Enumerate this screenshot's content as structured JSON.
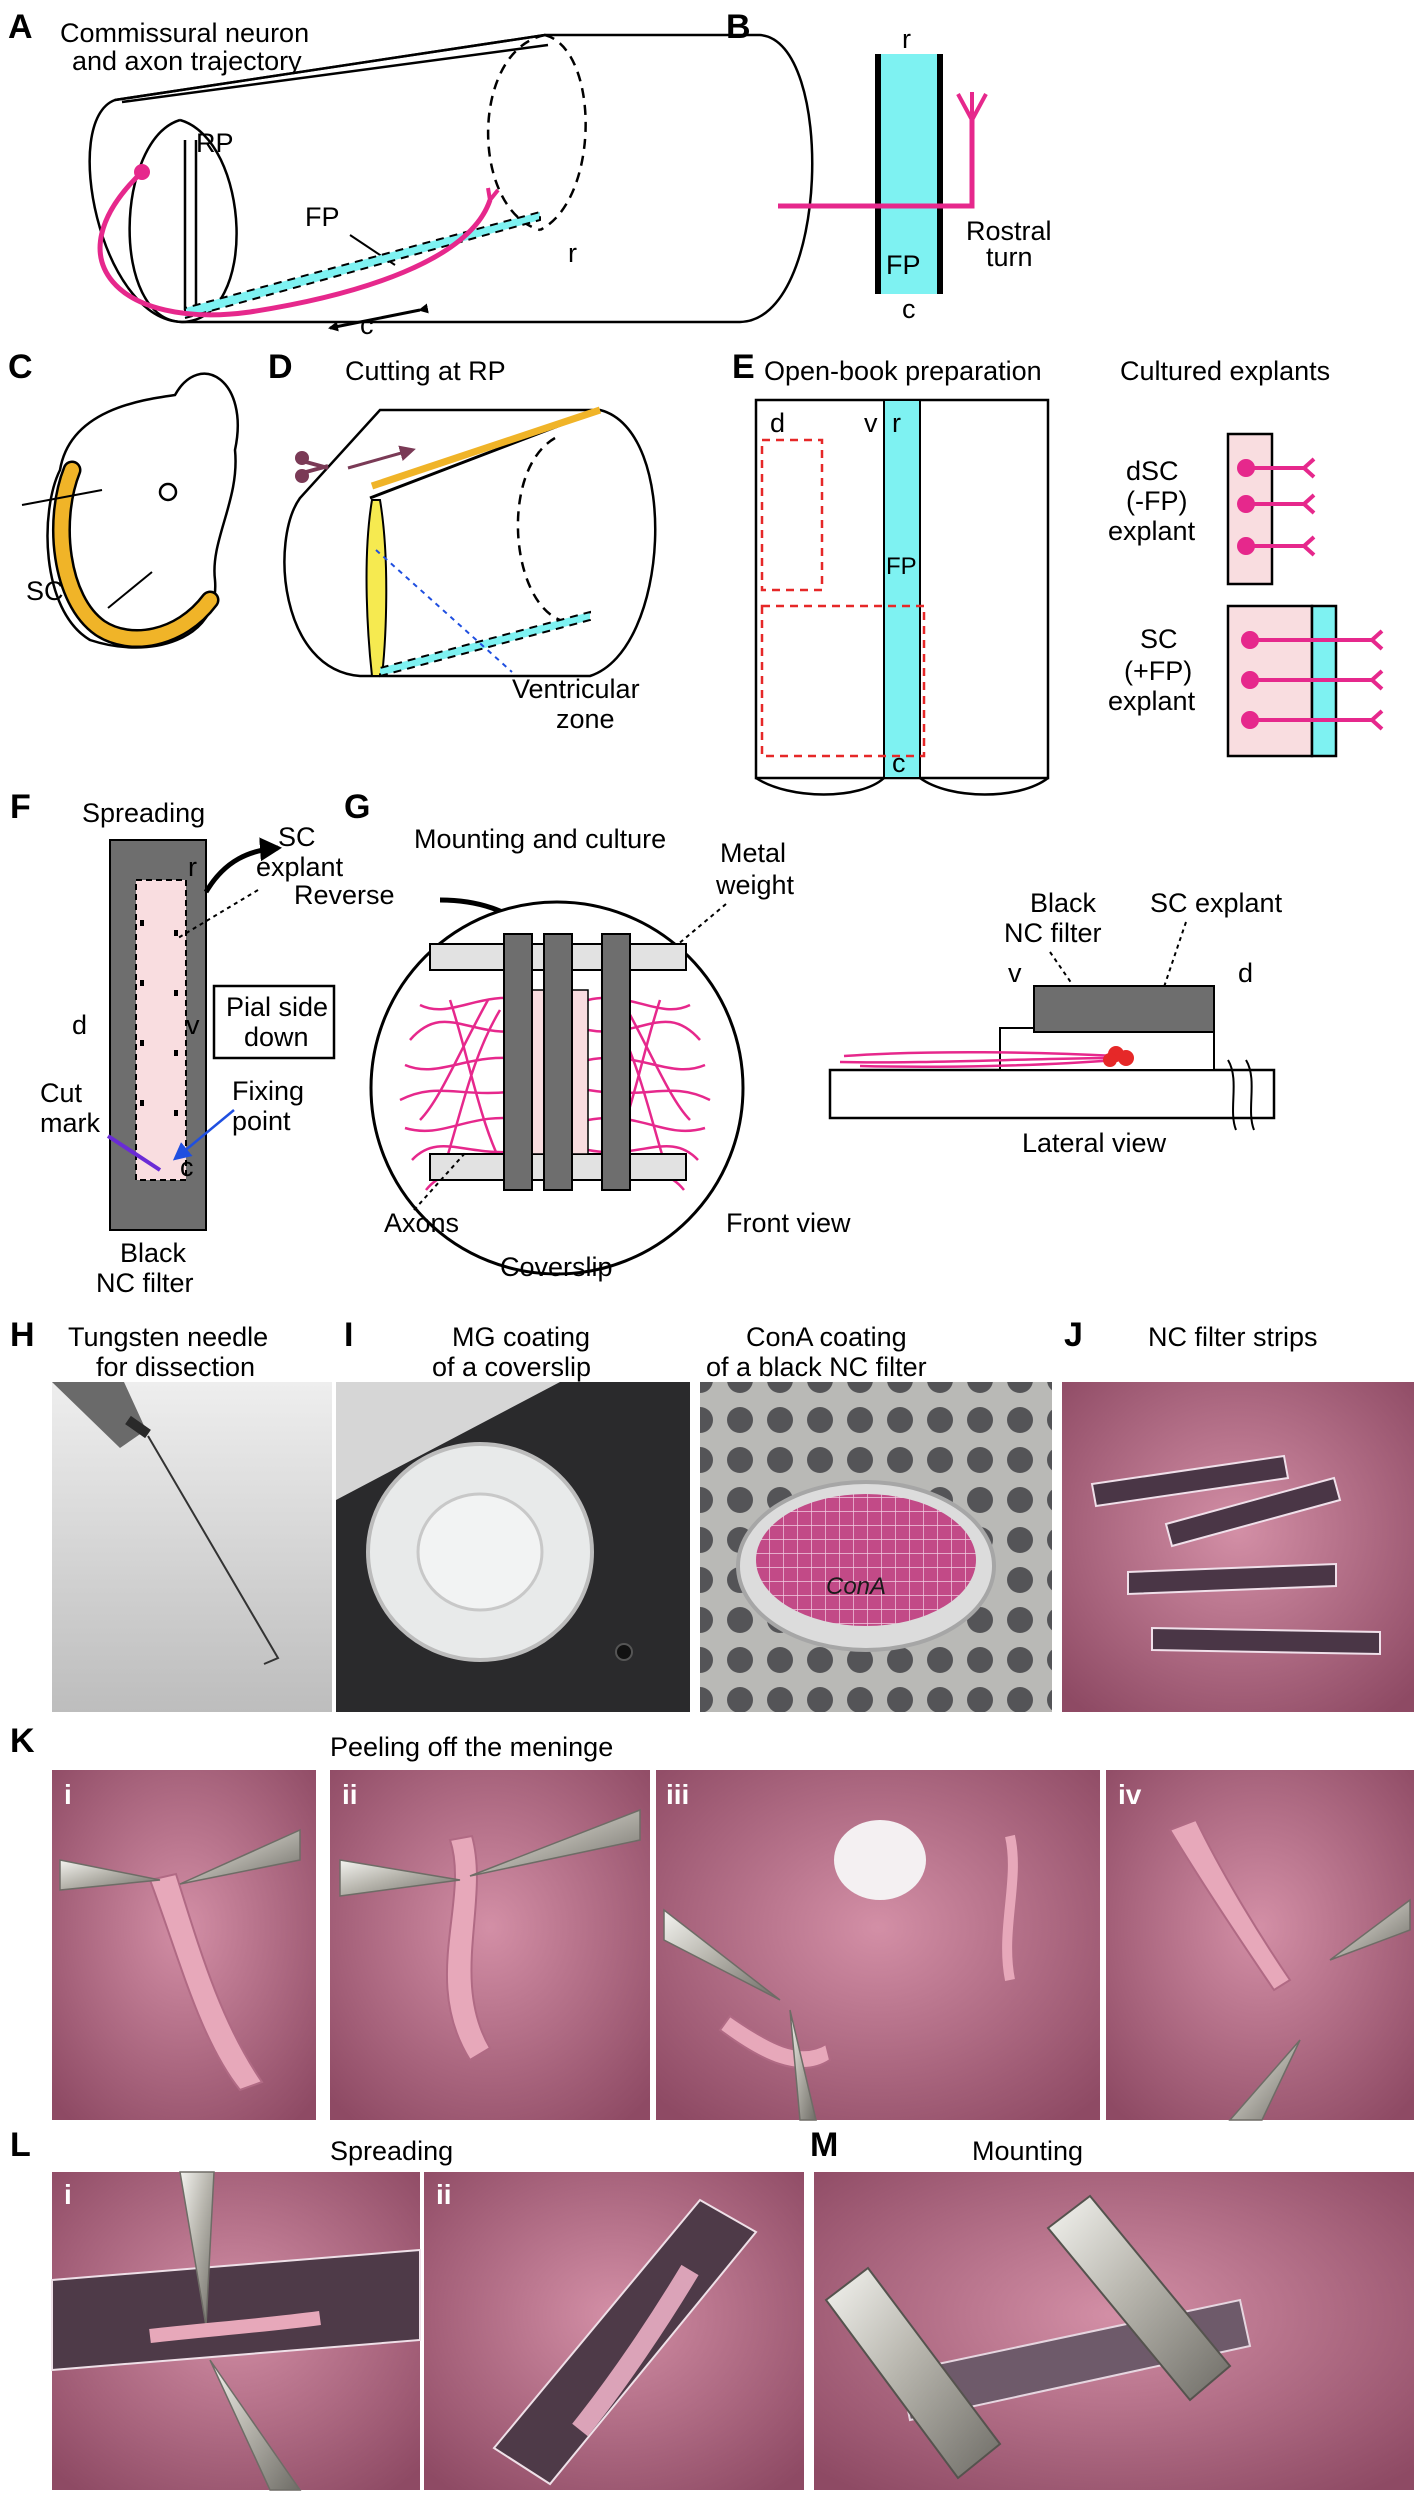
{
  "colors": {
    "magenta": "#e6288c",
    "cyan": "#7ef2f2",
    "orange": "#f0b428",
    "yellow": "#f6ea50",
    "pink": "#f9dde0",
    "red_dashed": "#e62828",
    "dark_gray": "#6e6e6e",
    "light_gray": "#e2e2e2",
    "photo_pink": "#c97c95"
  },
  "panels": {
    "A": {
      "letter": "A",
      "title_line1": "Commissural neuron",
      "title_line2": "and axon trajectory",
      "rp": "RP",
      "fp": "FP",
      "r": "r",
      "c": "c"
    },
    "B": {
      "letter": "B",
      "r": "r",
      "fp": "FP",
      "c": "c",
      "turn_line1": "Rostral",
      "turn_line2": "turn"
    },
    "C": {
      "letter": "C",
      "sc": "SC"
    },
    "D": {
      "letter": "D",
      "title": "Cutting at RP",
      "zone_line1": "Ventricular",
      "zone_line2": "zone"
    },
    "E": {
      "letter": "E",
      "title": "Open-book preparation",
      "d": "d",
      "v": "v",
      "r": "r",
      "fp": "FP",
      "c": "c",
      "cultured_title": "Cultured explants",
      "dsc_line1": "dSC",
      "dsc_line2": "(-FP)",
      "dsc_line3": "explant",
      "sc_line1": "SC",
      "sc_line2": "(+FP)",
      "sc_line3": "explant"
    },
    "F": {
      "letter": "F",
      "spreading": "Spreading",
      "r": "r",
      "sc_line1": "SC",
      "sc_line2": "explant",
      "d": "d",
      "v": "v",
      "pial_line1": "Pial side",
      "pial_line2": "down",
      "cut_line1": "Cut",
      "cut_line2": "mark",
      "fix_line1": "Fixing",
      "fix_line2": "point",
      "c": "c",
      "filter_line1": "Black",
      "filter_line2": "NC filter"
    },
    "G": {
      "letter": "G",
      "title": "Mounting and culture",
      "reverse": "Reverse",
      "weight_line1": "Metal",
      "weight_line2": "weight",
      "axons": "Axons",
      "coverslip": "Coverslip",
      "front_view": "Front view",
      "filter_line1": "Black",
      "filter_line2": "NC filter",
      "sc_explant": "SC explant",
      "v": "v",
      "d": "d",
      "lateral_view": "Lateral view"
    },
    "H": {
      "letter": "H",
      "title_line1": "Tungsten needle",
      "title_line2": "for dissection"
    },
    "I": {
      "letter": "I",
      "mg_line1": "MG coating",
      "mg_line2": "of a coverslip",
      "cona_line1": "ConA coating",
      "cona_line2": "of a black NC filter",
      "dish_text": "ConA"
    },
    "J": {
      "letter": "J",
      "title": "NC filter strips"
    },
    "K": {
      "letter": "K",
      "title": "Peeling off the meninge",
      "sub": [
        "i",
        "ii",
        "iii",
        "iv"
      ]
    },
    "L": {
      "letter": "L",
      "title": "Spreading",
      "sub": [
        "i",
        "ii"
      ]
    },
    "M": {
      "letter": "M",
      "title": "Mounting"
    }
  }
}
